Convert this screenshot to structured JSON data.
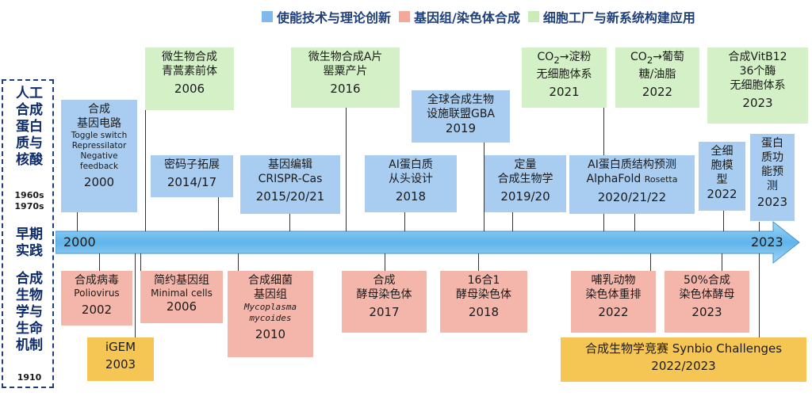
{
  "legend": [
    {
      "label": "使能技术与理论创新",
      "color": "#7fb8ea"
    },
    {
      "label": "基因组/染色体合成",
      "color": "#f4a89a"
    },
    {
      "label": "细胞工厂与新系统构建应用",
      "color": "#c9ecb8"
    }
  ],
  "sidebar": {
    "top_title": [
      "人工",
      "合成",
      "蛋白",
      "质与",
      "核酸"
    ],
    "top_years": [
      "1960s",
      "1970s"
    ],
    "middle_title": [
      "早期",
      "实践"
    ],
    "bottom_title": [
      "合成",
      "生物",
      "学与",
      "生命",
      "机制"
    ],
    "bottom_year": "1910"
  },
  "axis": {
    "start": "2000",
    "end": "2023"
  },
  "events": {
    "gene_circuit": {
      "title": [
        "合成",
        "基因电路"
      ],
      "sub": [
        "Toggle switch",
        "Repressilator",
        "Negative",
        "feedback"
      ],
      "year": "2000"
    },
    "artemisinin": {
      "title": [
        "微生物合成",
        "青蒿素前体"
      ],
      "year": "2006"
    },
    "codon": {
      "title": [
        "密码子拓展"
      ],
      "year": "2014/17"
    },
    "crispr": {
      "title": [
        "基因编辑",
        "CRISPR-Cas"
      ],
      "year": "2015/20/21"
    },
    "opiates": {
      "title": [
        "微生物合成A片",
        "罂粟产片"
      ],
      "year": "2016"
    },
    "ai_design": {
      "title": [
        "AI蛋白质",
        "从头设计"
      ],
      "year": "2018"
    },
    "gba": {
      "title": [
        "全球合成生物",
        "设施联盟GBA"
      ],
      "year": "2019"
    },
    "quant": {
      "title": [
        "定量",
        "合成生物学"
      ],
      "year": "2019/20"
    },
    "starch": {
      "title_prefix": "CO",
      "title_sub": "2",
      "title_suffix": "→淀粉",
      "title2": "无细胞体系",
      "year": "2021"
    },
    "alphafold": {
      "title": "AI蛋白质结构预测",
      "sub_main": "AlphaFold",
      "sub_small": "Rosetta",
      "year": "2020/21/22"
    },
    "glucose": {
      "title_prefix": "CO",
      "title_sub": "2",
      "title_suffix": "→葡萄",
      "title2": "糖/油脂",
      "year": "2022"
    },
    "vitb12": {
      "title": [
        "合成VitB12",
        "36个酶",
        "无细胞体系"
      ],
      "year": "2023"
    },
    "whole_cell": {
      "title": [
        "全细",
        "胞模",
        "型"
      ],
      "year": "2022"
    },
    "protein_func": {
      "title": [
        "蛋白",
        "质功",
        "能预",
        "测"
      ],
      "year": "2023"
    },
    "polio": {
      "title": [
        "合成病毒"
      ],
      "sub": [
        "Poliovirus"
      ],
      "year": "2002"
    },
    "igem": {
      "title": [
        "iGEM"
      ],
      "year": "2003"
    },
    "minimal": {
      "title": [
        "简约基因组"
      ],
      "sub": [
        "Minimal cells"
      ],
      "year": "2006"
    },
    "mycoplasma": {
      "title": [
        "合成细菌",
        "基因组"
      ],
      "mono": [
        "Mycoplasma",
        "mycoides"
      ],
      "year": "2010"
    },
    "yeast": {
      "title": [
        "合成",
        "酵母染色体"
      ],
      "year": "2017"
    },
    "sixteen": {
      "title": [
        "16合1",
        "酵母染色体"
      ],
      "year": "2018"
    },
    "mammal": {
      "title": [
        "哺乳动物",
        "染色体重排"
      ],
      "year": "2022"
    },
    "fifty": {
      "title": [
        "50%合成",
        "染色体酵母"
      ],
      "year": "2023"
    },
    "synbio": {
      "title": [
        "合成生物学竞赛 Synbio Challenges"
      ],
      "year": "2022/2023"
    }
  }
}
